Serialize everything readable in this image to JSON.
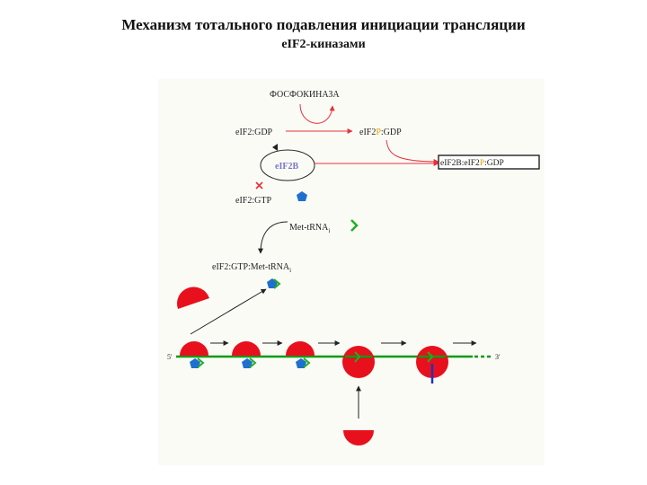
{
  "title": {
    "line1": "Механизм тотального подавления инициации трансляции",
    "line2": "eIF2-киназами"
  },
  "diagram": {
    "kinase": "ФОСФОКИНАЗА",
    "eif2_gdp": "eIF2:GDP",
    "eif2p_gdp": {
      "prefix": "eIF2",
      "p": "P",
      "suffix": ":GDP"
    },
    "eif2b": "eIF2B",
    "boxed_complex": {
      "prefix": "eIF2B:eIF2",
      "p": "P",
      "suffix": ":GDP"
    },
    "eif2_gtp": "eIF2:GTP",
    "met_trna": {
      "main": "Met-tRNA",
      "sub": "i"
    },
    "ternary": {
      "main": "eIF2:GTP:Met-tRNA",
      "sub": "i"
    },
    "five_prime": "5'",
    "three_prime": "3'",
    "colors": {
      "ribosome": "#e8101c",
      "arrow_red": "#e8303a",
      "mrna": "#0a9a14",
      "gtp": "#1f6fd0",
      "trna": "#22b022",
      "phospho": "#e2a000",
      "eif2b_text": "#7777cc",
      "stop": "#2233bb"
    }
  }
}
